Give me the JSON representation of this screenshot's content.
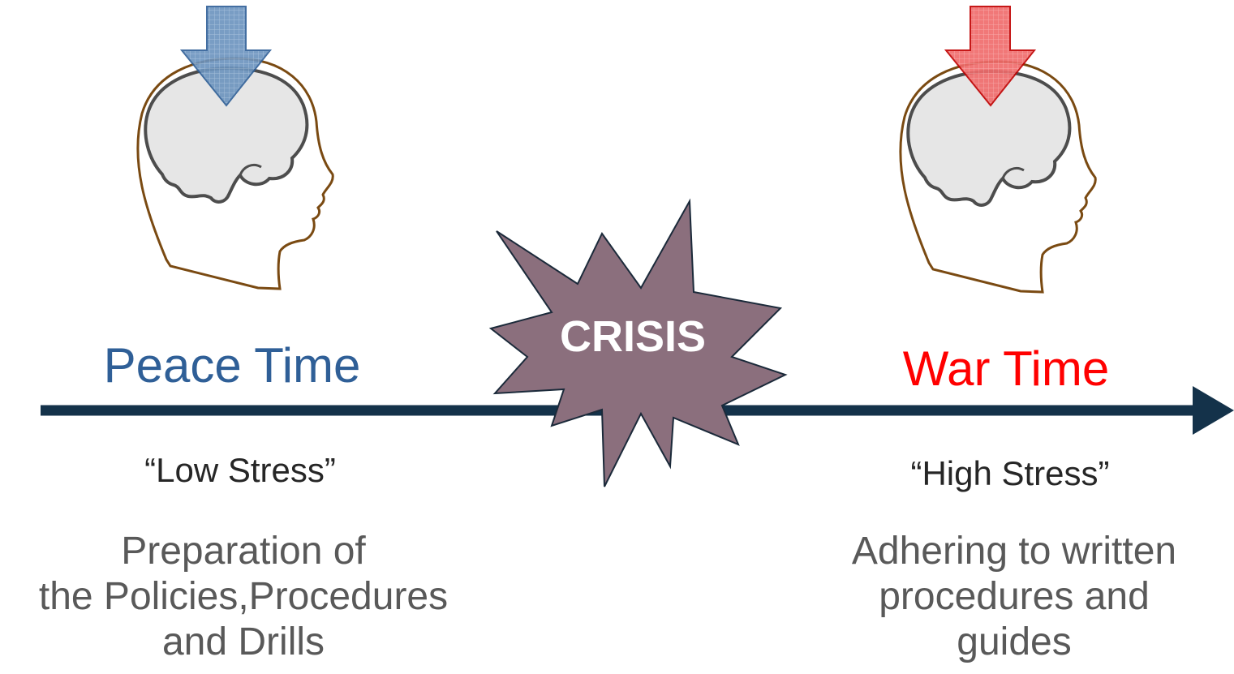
{
  "peace": {
    "title": "Peace Time",
    "stress": "“Low Stress”",
    "description": "Preparation of\nthe Policies,Procedures\nand Drills",
    "color": "#2F5F97",
    "arrow_color": "#6B93BE"
  },
  "war": {
    "title": "War Time",
    "stress": "“High Stress”",
    "description": "Adhering to written\nprocedures and\nguides",
    "color": "#FF0000",
    "arrow_color": "#F06A6A"
  },
  "crisis": {
    "label": "CRISIS",
    "fill": "#8B6F7D",
    "stroke": "#1B2A3A"
  },
  "timeline": {
    "color": "#14324A"
  },
  "head": {
    "outline_color": "#7A4A12",
    "brain_fill": "#E6E6E6",
    "brain_stroke": "#4D4D4D"
  }
}
